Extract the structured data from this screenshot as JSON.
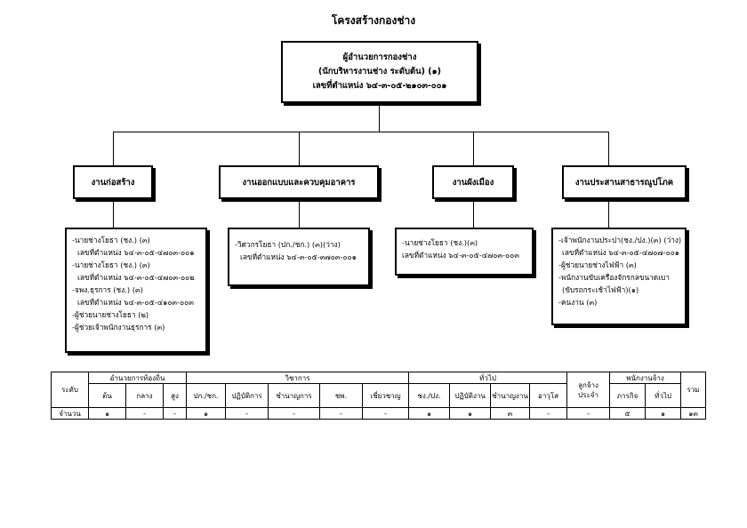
{
  "title": "โครงสร้างกองช่าง",
  "top": {
    "line1": "ผู้อำนวยการกองช่าง",
    "line2": "(นักบริหารงานช่าง ระดับต้น) (๑)",
    "line3": "เลขที่ตำแหน่ง ๖๔-๓-๐๕-๒๑๐๓-๐๐๑"
  },
  "units": [
    {
      "name": "งานก่อสร้าง",
      "positions": [
        "-นายช่างโยธา (ชง.) (๓)",
        "เลขที่ตำแหน่ง ๖๔-๓-๐๕-๔๗๐๓-๐๐๑",
        "-นายช่างโยธา (ชง.) (๓)",
        "เลขที่ตำแหน่ง ๖๔-๓-๐๕-๔๗๐๓-๐๐๒",
        "-จพง.ธุรการ (ชง.) (๓)",
        "เลขที่ตำแหน่ง ๖๔-๓-๐๕-๔๑๐๓-๐๐๓",
        "-ผู้ช่วยนายช่างโยธา (๒)",
        "-ผู้ช่วยเจ้าพนักงานธุรการ (๓)"
      ]
    },
    {
      "name": "งานออกแบบและควบคุมอาคาร",
      "positions": [
        "-วิศวกรโยธา (ปก./ชก.) (๓)(ว่าง)",
        "เลขที่ตำแหน่ง ๖๔-๓-๐๕-๓๗๐๓-๐๐๑"
      ]
    },
    {
      "name": "งานผังเมือง",
      "positions": [
        "-นายช่างโยธา (ชง.)(๓)",
        "เลขที่ตำแหน่ง ๖๔-๓-๐๕-๔๗๐๓-๐๐๓"
      ]
    },
    {
      "name": "งานประสานสาธารณูปโภค",
      "positions": [
        "-เจ้าพนักงานประปา(ชง./ปง.)(๓) (ว่าง)",
        "เลขที่ตำแหน่ง ๖๔-๓-๐๕-๔๗๐๗-๐๐๑",
        "-ผู้ช่วยนายช่างไฟฟ้า (๓)",
        "-พนักงานขับเครื่องจักรกลขนาดเบา",
        "(ขับรถกระเช้าไฟฟ้า)(๑)",
        "-คนงาน (๓)"
      ]
    }
  ],
  "table": {
    "groups": {
      "level_col": "ระดับ",
      "admin": "อำนวยการท้องถิ่น",
      "academic": "วิชาการ",
      "general": "ทั่วไป",
      "permanent": "ลูกจ้างประจำ",
      "contract": "พนักงานจ้าง",
      "total": "รวม"
    },
    "sub": {
      "admin": [
        "ต้น",
        "กลาง",
        "สูง"
      ],
      "academic": [
        "ปก./ชก.",
        "ปฏิบัติการ",
        "ชำนาญการ",
        "ชพ.",
        "เชี่ยวชาญ"
      ],
      "general": [
        "ชง./ปง.",
        "ปฏิบัติงาน",
        "ชำนาญงาน",
        "อาวุโส"
      ],
      "contract": [
        "ภารกิจ",
        "ทั่วไป"
      ]
    },
    "count_label": "จำนวน",
    "counts": [
      "๑",
      "-",
      "-",
      "๑",
      "-",
      "-",
      "-",
      "-",
      "๑",
      "๑",
      "๓",
      "-",
      "-",
      "๕",
      "๑",
      "๑๓"
    ]
  }
}
